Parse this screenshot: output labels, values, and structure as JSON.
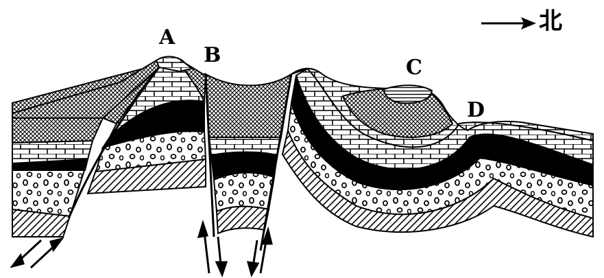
{
  "labels": {
    "a": "A",
    "b": "B",
    "c": "C",
    "d": "D"
  },
  "compass": {
    "direction_text": "北"
  },
  "colors": {
    "ink": "#000000",
    "paper": "#ffffff"
  },
  "legend_patterns": [
    "crosshatch",
    "bricks",
    "solid-black",
    "dotted-circles",
    "diagonal-hatch",
    "horizontal-lines"
  ]
}
